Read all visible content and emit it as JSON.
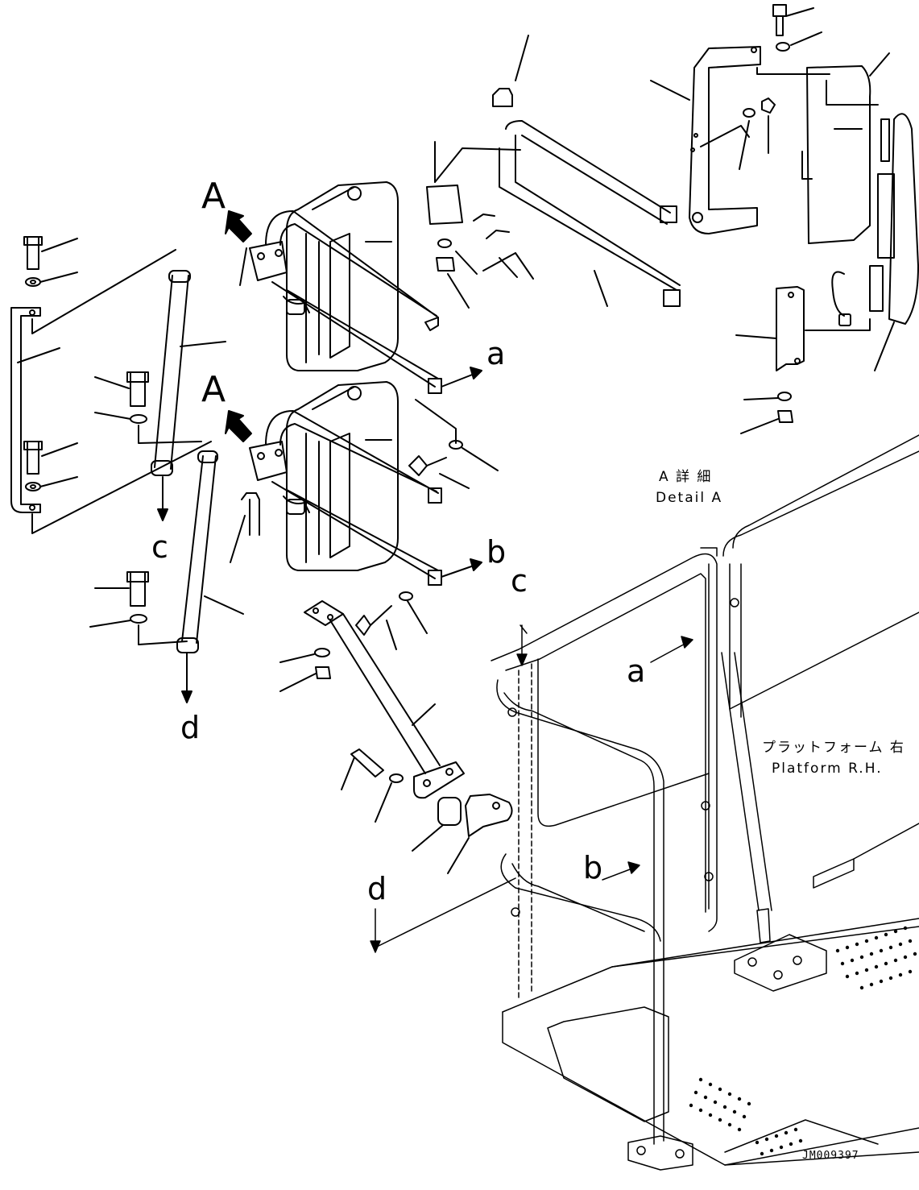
{
  "labels": {
    "view_a_upper": "A",
    "view_a_lower": "A",
    "arrow_a": "a",
    "arrow_b": "b",
    "arrow_c": "c",
    "arrow_d": "d",
    "platform_c": "c",
    "platform_a": "a",
    "platform_b": "b",
    "platform_d": "d"
  },
  "detail": {
    "title_jp": "A 詳 細",
    "title_en": "Detail A"
  },
  "platform": {
    "name_jp": "プラットフォーム 右",
    "name_en": "Platform R.H."
  },
  "drawing_code": "JM009397"
}
